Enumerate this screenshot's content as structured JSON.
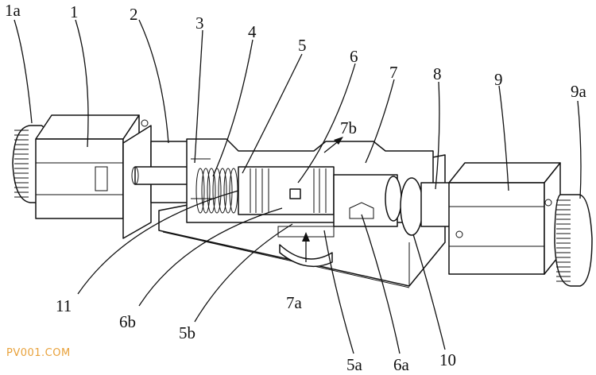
{
  "figure": {
    "labels": [
      {
        "id": "1a",
        "text": "1a"
      },
      {
        "id": "1",
        "text": "1"
      },
      {
        "id": "2",
        "text": "2"
      },
      {
        "id": "3",
        "text": "3"
      },
      {
        "id": "4",
        "text": "4"
      },
      {
        "id": "5",
        "text": "5"
      },
      {
        "id": "6",
        "text": "6"
      },
      {
        "id": "7b",
        "text": "7b"
      },
      {
        "id": "7",
        "text": "7"
      },
      {
        "id": "8",
        "text": "8"
      },
      {
        "id": "9",
        "text": "9"
      },
      {
        "id": "9a",
        "text": "9a"
      },
      {
        "id": "11",
        "text": "11"
      },
      {
        "id": "6b",
        "text": "6b"
      },
      {
        "id": "5b",
        "text": "5b"
      },
      {
        "id": "7a",
        "text": "7a"
      },
      {
        "id": "5a",
        "text": "5a"
      },
      {
        "id": "6a",
        "text": "6a"
      },
      {
        "id": "10",
        "text": "10"
      }
    ]
  },
  "watermark": "PV001.COM"
}
